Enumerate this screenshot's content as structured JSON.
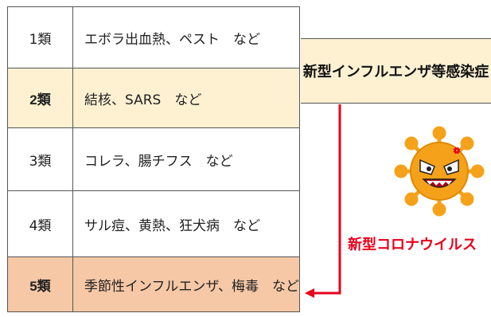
{
  "rows": [
    {
      "category": "1類",
      "examples": "エボラ出血熱、ペスト　など"
    },
    {
      "category": "2類",
      "examples": "結核、SARS　など"
    },
    {
      "category": "3類",
      "examples": "コレラ、腸チフス　など"
    },
    {
      "category": "4類",
      "examples": "サル痘、黄熱、狂犬病　など"
    },
    {
      "category": "5類",
      "examples": "季節性インフルエンザ、梅毒　など"
    }
  ],
  "flu_box": {
    "label": "新型インフルエンザ等感染症"
  },
  "corona": {
    "label": "新型コロナウイルス",
    "color": "#e8001c"
  },
  "colors": {
    "row2_fill": "#fdf1d2",
    "row5_fill": "#f6c8a6",
    "virus": "#f5a21a",
    "arrow": "#e8001c"
  }
}
